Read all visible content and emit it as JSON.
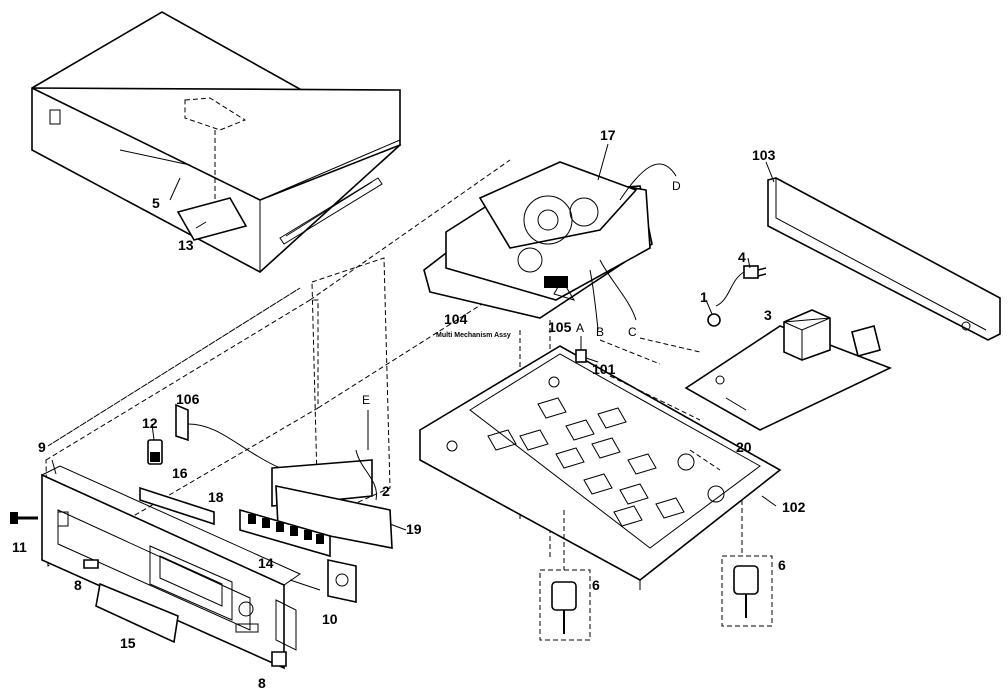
{
  "callouts": {
    "c1": "1",
    "c2": "2",
    "c3": "3",
    "c4": "4",
    "c5": "5",
    "c6a": "6",
    "c6b": "6",
    "c8a": "8",
    "c8b": "8",
    "c9": "9",
    "c10": "10",
    "c11": "11",
    "c12": "12",
    "c13": "13",
    "c14": "14",
    "c15": "15",
    "c16": "16",
    "c17": "17",
    "c18": "18",
    "c19": "19",
    "c20": "20",
    "c101": "101",
    "c102": "102",
    "c103": "103",
    "c104": "104",
    "c105": "105",
    "c106": "106"
  },
  "connectors": {
    "A": "A",
    "B": "B",
    "C": "C",
    "D": "D",
    "E": "E"
  },
  "captions": {
    "mech": "Multi Mechanism Assy"
  }
}
